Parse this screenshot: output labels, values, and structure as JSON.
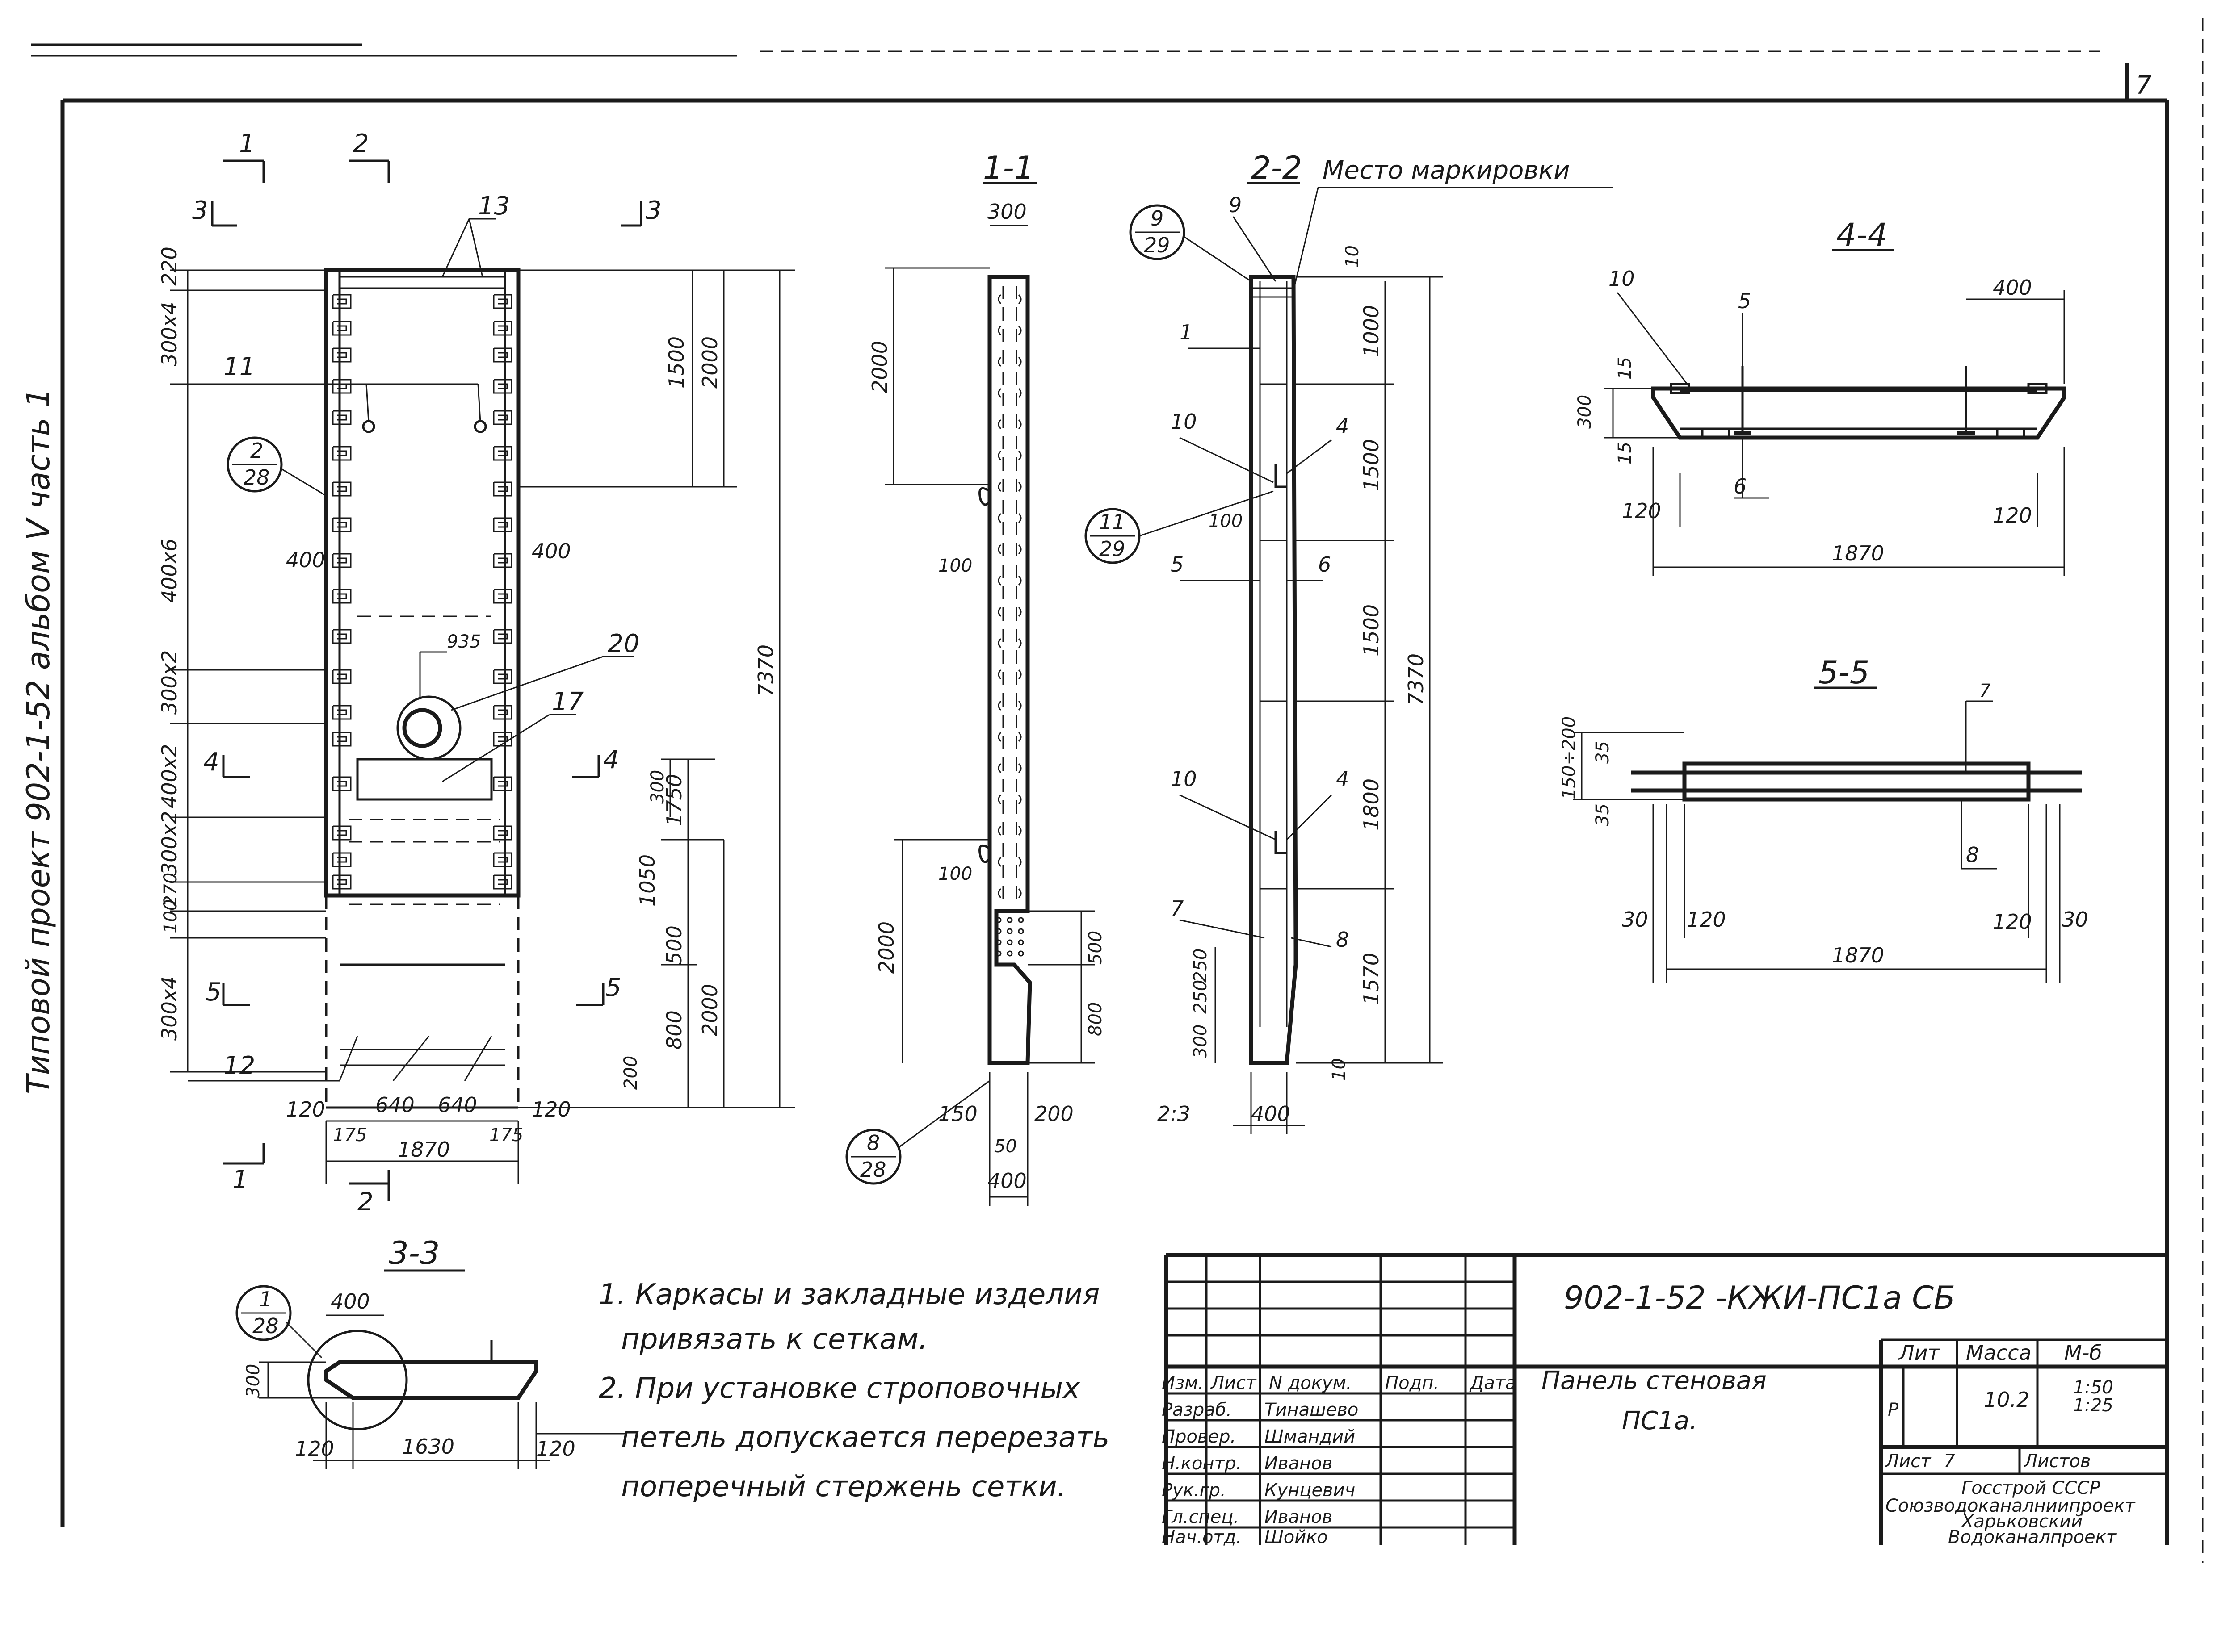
{
  "sheet_mark": "7",
  "side_text": "Типовой проект 902-1-52 альбом V часть 1",
  "sections": {
    "s11": "1-1",
    "s22": "2-2",
    "s33": "3-3",
    "s44": "4-4",
    "s55": "5-5"
  },
  "cut_marks": [
    "1",
    "2",
    "3",
    "4",
    "5"
  ],
  "leaders": {
    "l13": "13",
    "l11": "11",
    "l20": "20",
    "l17": "17",
    "l12": "12",
    "l9": "9",
    "l1": "1",
    "l10": "10",
    "l4": "4",
    "l5": "5",
    "l6": "6",
    "l7": "7",
    "l8": "8",
    "l10b": "10",
    "l4b": "4",
    "l44_10": "10",
    "l44_5": "5",
    "l44_6": "6",
    "l55_7": "7",
    "l55_8": "8",
    "marking_place": "Место маркировки"
  },
  "callouts": {
    "c228": {
      "top": "2",
      "bottom": "28"
    },
    "c828": {
      "top": "8",
      "bottom": "28"
    },
    "c929": {
      "top": "9",
      "bottom": "29"
    },
    "c1129": {
      "top": "11",
      "bottom": "29"
    },
    "c128": {
      "top": "1",
      "bottom": "28"
    }
  },
  "dims_front": {
    "left_stack": [
      "220",
      "300x4",
      "400x6",
      "300x2",
      "400x2",
      "300x2",
      "270",
      "100",
      "300x4"
    ],
    "d400l": "400",
    "d400r": "400",
    "d935": "935",
    "d1500": "1500",
    "d2000a": "2000",
    "d7370": "7370",
    "d300": "300",
    "d1750": "1750",
    "d1050": "1050",
    "d500": "500",
    "d2000b": "2000",
    "d800": "800",
    "d200": "200",
    "bottom": [
      "120",
      "640",
      "640",
      "120"
    ],
    "d175l": "175",
    "d175r": "175",
    "d1870": "1870"
  },
  "dims_11": {
    "d300": "300",
    "d2000a": "2000",
    "d100a": "100",
    "d100b": "100",
    "d2000b": "2000",
    "d500": "500",
    "d800": "800",
    "d150": "150",
    "d200": "200",
    "d50": "50",
    "d400": "400"
  },
  "dims_22": {
    "d10a": "10",
    "d1000": "1000",
    "d100": "100",
    "d1500a": "1500",
    "d1500b": "1500",
    "d7370": "7370",
    "d1800": "1800",
    "d250a": "250",
    "d250b": "250",
    "d300": "300",
    "d1570": "1570",
    "d10b": "10",
    "d400": "400",
    "scale": "2:3"
  },
  "dims_44": {
    "d400": "400",
    "d15a": "15",
    "d300": "300",
    "d15b": "15",
    "d120l": "120",
    "d120r": "120",
    "d1870": "1870"
  },
  "dims_55": {
    "d150_200": "150÷200",
    "d35a": "35",
    "d35b": "35",
    "d30l": "30",
    "d120l": "120",
    "d120r": "120",
    "d30r": "30",
    "d1870": "1870"
  },
  "dims_33": {
    "d400": "400",
    "d300": "300",
    "d120l": "120",
    "d1630": "1630",
    "d120r": "120"
  },
  "notes": [
    "1. Каркасы и закладные изделия",
    "привязать к сеткам.",
    "2. При установке строповочных",
    "петель допускается перерезать",
    "поперечный стержень сетки."
  ],
  "title_block": {
    "doc_code": "902-1-52 -КЖИ-ПС1а СБ",
    "title_line1": "Панель стеновая",
    "title_line2": "ПС1а.",
    "hdr_izm": "Изм.",
    "hdr_list": "Лист",
    "hdr_ndoc": "N докум.",
    "hdr_podp": "Подп.",
    "hdr_data": "Дата",
    "roles": [
      "Разраб.",
      "Провер.",
      "Н.контр.",
      "Рук.гр.",
      "Гл.спец.",
      "Нач.отд."
    ],
    "names": [
      "Тинашево",
      "Шмандий",
      "Иванов",
      "Кунцевич",
      "Иванов",
      "Шойко"
    ],
    "lit_label": "Лит",
    "mass_label": "Масса",
    "scale_label": "М-б",
    "lit_value": "Р",
    "mass_value": "10.2",
    "scale_value1": "1:50",
    "scale_value2": "1:25",
    "sheet_label": "Лист",
    "sheet_value": "7",
    "sheets_label": "Листов",
    "org_lines": [
      "Госстрой СССР",
      "Союзводоканалниипроект",
      "Харьковский",
      "Водоканалпроект"
    ]
  }
}
